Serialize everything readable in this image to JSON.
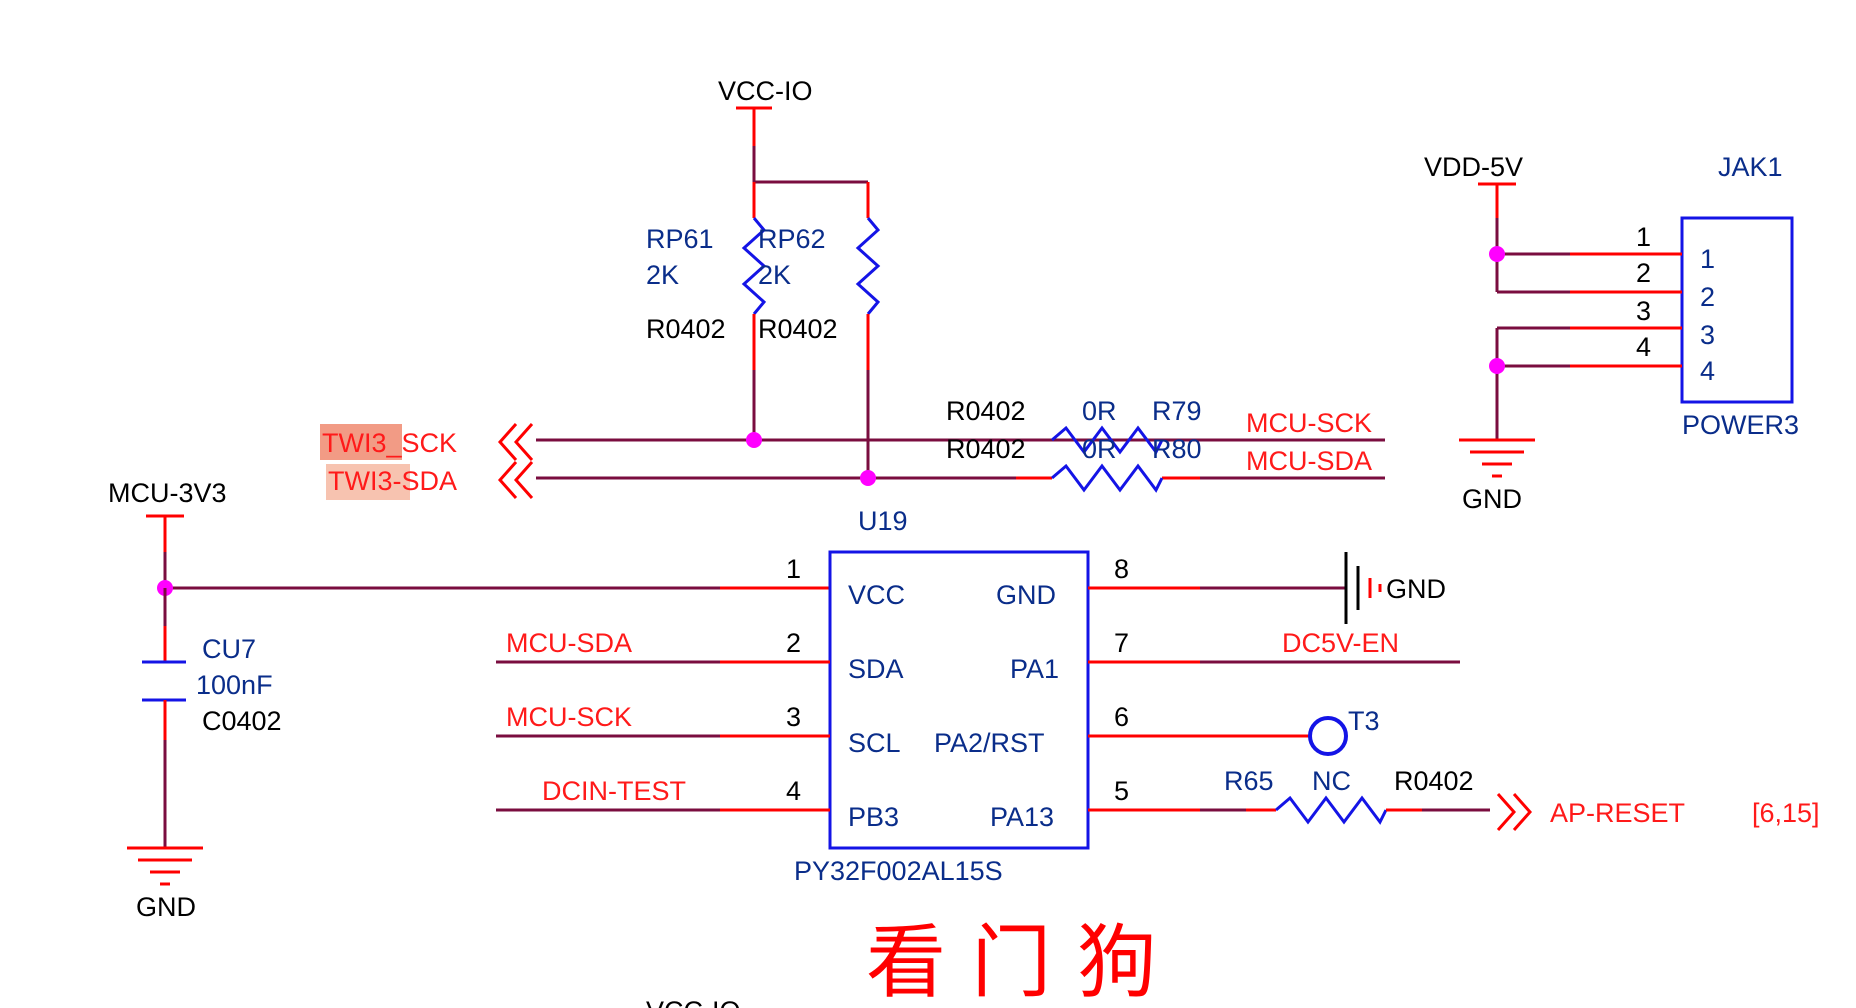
{
  "power": {
    "vcc_io": "VCC-IO",
    "vcc_io_bottom": "VCC-IO",
    "vdd_5v": "VDD-5V",
    "mcu_3v3": "MCU-3V3",
    "gnd": "GND"
  },
  "resistors": {
    "rp61": {
      "ref": "RP61",
      "value": "2K",
      "package": "R0402"
    },
    "rp62": {
      "ref": "RP62",
      "value": "2K",
      "package": "R0402"
    },
    "r79": {
      "ref": "R79",
      "value": "0R",
      "package": "R0402"
    },
    "r80": {
      "ref": "R80",
      "value": "0R",
      "package": "R0402"
    },
    "r65": {
      "ref": "R65",
      "value": "NC",
      "package": "R0402"
    }
  },
  "capacitor": {
    "ref": "CU7",
    "value": "100nF",
    "package": "C0402"
  },
  "nets": {
    "twi3_sck": "TWI3_SCK",
    "twi3_sda": "TWI3-SDA",
    "mcu_sck": "MCU-SCK",
    "mcu_sda": "MCU-SDA",
    "dcin_test": "DCIN-TEST",
    "dc5v_en": "DC5V-EN",
    "ap_reset": "AP-RESET",
    "ap_reset_pages": "[6,15]"
  },
  "ic": {
    "ref": "U19",
    "part": "PY32F002AL15S",
    "pins": [
      {
        "num": "1",
        "name": "VCC"
      },
      {
        "num": "2",
        "name": "SDA"
      },
      {
        "num": "3",
        "name": "SCL"
      },
      {
        "num": "4",
        "name": "PB3"
      },
      {
        "num": "8",
        "name": "GND"
      },
      {
        "num": "7",
        "name": "PA1"
      },
      {
        "num": "6",
        "name": "PA2/RST"
      },
      {
        "num": "5",
        "name": "PA13"
      }
    ]
  },
  "testpoint": {
    "ref": "T3"
  },
  "connector": {
    "ref": "JAK1",
    "part": "POWER3",
    "pins": [
      "1",
      "2",
      "3",
      "4"
    ]
  },
  "title": "看 门 狗",
  "colors": {
    "wire": "#7a0d3f",
    "pin": "#ff0000",
    "component": "#1414e6",
    "junction": "#ff00ff",
    "net_label": "#ff1a1a",
    "designator": "#0a2d8a"
  }
}
